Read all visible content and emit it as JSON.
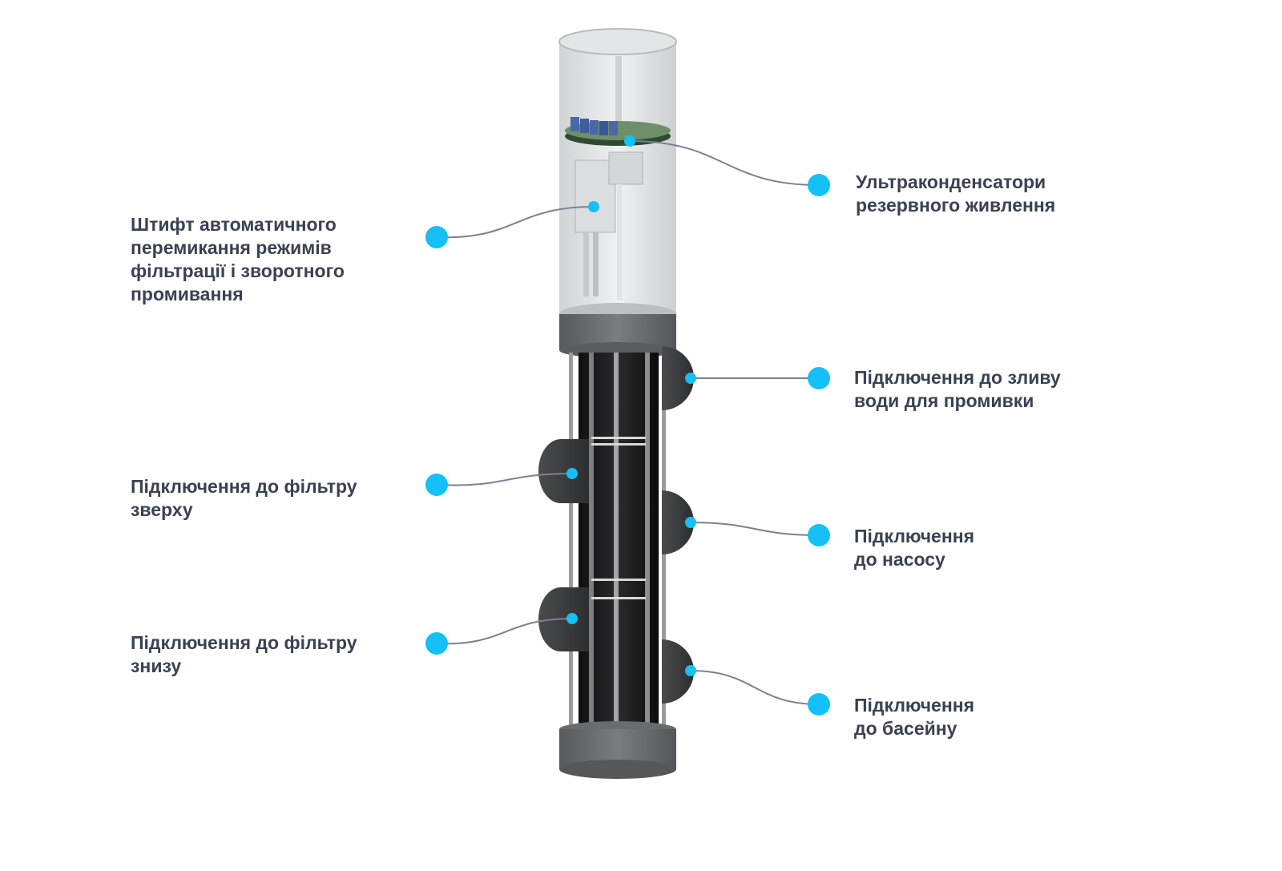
{
  "colors": {
    "accent_dot": "#14c0f5",
    "leader_line": "#7a8290",
    "label_text": "#3a4151"
  },
  "callouts": [
    {
      "id": "ultracapacitors",
      "side": "right",
      "text": "Ультраконденсатори\nрезервного живлення"
    },
    {
      "id": "switch-pin",
      "side": "left",
      "text": "Штифт автоматичного\nперемикання режимів\nфільтрації і зворотного\nпромивання"
    },
    {
      "id": "drain-connection",
      "side": "right",
      "text": "Підключення до зливу\nводи для промивки"
    },
    {
      "id": "filter-top-connection",
      "side": "left",
      "text": "Підключення до фільтру\nзверху"
    },
    {
      "id": "pump-connection",
      "side": "right",
      "text": "Підключення\nдо насосу"
    },
    {
      "id": "filter-bottom-connection",
      "side": "left",
      "text": "Підключення до фільтру\nзнизу"
    },
    {
      "id": "pool-connection",
      "side": "right",
      "text": "Підключення\nдо басейну"
    }
  ]
}
